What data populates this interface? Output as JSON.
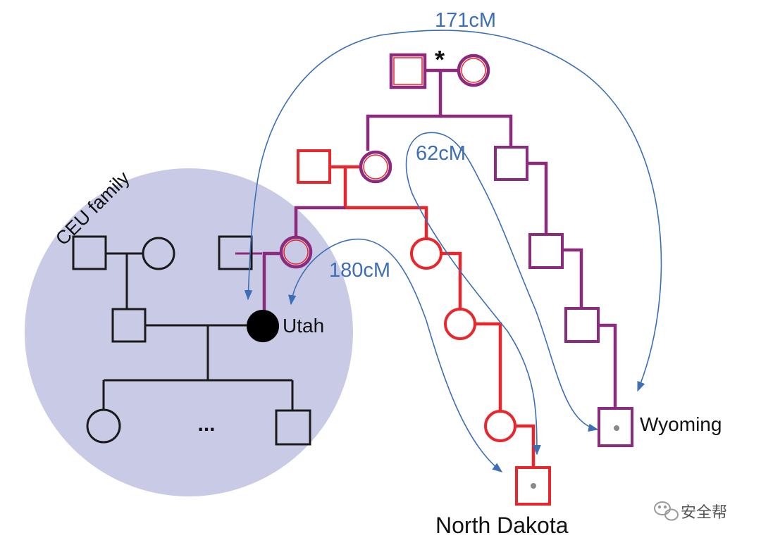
{
  "labels": {
    "ceu_family": "CEU family",
    "utah": "Utah",
    "wyoming": "Wyoming",
    "north_dakota": "North Dakota",
    "ellipsis": "...",
    "asterisk": "*"
  },
  "segments": {
    "cm_171": "171cM",
    "cm_62": "62cM",
    "cm_180": "180cM"
  },
  "watermark": {
    "text": "安全帮"
  },
  "colors": {
    "circle_fill": "#c9cbe6",
    "ceu_lines": "#1a1a1a",
    "red_lineage": "#e8262b",
    "purple_lineage": "#8c2a7d",
    "cm_arrows": "#3d6fb6",
    "affected_fill": "#000000",
    "carrier_dot": "#888888"
  }
}
